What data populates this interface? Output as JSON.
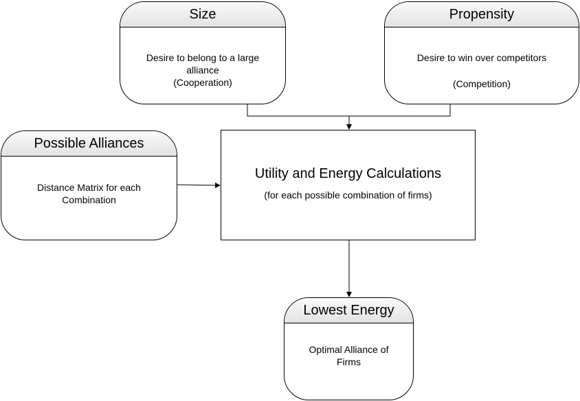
{
  "nodes": {
    "size": {
      "title": "Size",
      "lines": [
        "Desire to belong to a large",
        "alliance",
        "(Cooperation)"
      ]
    },
    "propensity": {
      "title": "Propensity",
      "lines": [
        "Desire to win over competitors",
        "(Competition)"
      ]
    },
    "possible_alliances": {
      "title": "Possible Alliances",
      "lines": [
        "Distance Matrix for each",
        "Combination"
      ]
    },
    "utility": {
      "title": "Utility and Energy Calculations",
      "subtitle": "(for each possible combination of firms)"
    },
    "lowest_energy": {
      "title": "Lowest Energy",
      "lines": [
        "Optimal Alliance of",
        "Firms"
      ]
    }
  },
  "edges": [
    {
      "from": "size",
      "to": "utility"
    },
    {
      "from": "propensity",
      "to": "utility"
    },
    {
      "from": "possible_alliances",
      "to": "utility"
    },
    {
      "from": "utility",
      "to": "lowest_energy"
    }
  ]
}
